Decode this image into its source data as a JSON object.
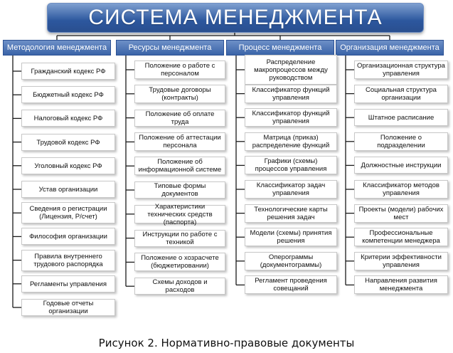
{
  "title": "СИСТЕМА МЕНЕДЖМЕНТА",
  "caption": "Рисунок 2. Нормативно-правовые документы",
  "colors": {
    "header_top": "#6d8fc7",
    "header_bottom": "#3a64a8",
    "connector": "#1a1a1a"
  },
  "columns": [
    {
      "label": "Методология менеджмента",
      "items": [
        "Гражданский кодекс РФ",
        "Бюджетный кодекс РФ",
        "Налоговый кодекс РФ",
        "Трудовой кодекс РФ",
        "Уголовный кодекс РФ",
        "Устав организации",
        "Сведения о регистрации (Лицензия, Р/счет)",
        "Философия организации",
        "Правила внутреннего трудового распорядка",
        "Регламенты управления",
        "Годовые отчеты организации"
      ]
    },
    {
      "label": "Ресурсы менеджмента",
      "items": [
        "Положение о работе с персоналом",
        "Трудовые договоры (контракты)",
        "Положение об оплате труда",
        "Положение об аттестации персонала",
        "Положение об информационной системе",
        "Типовые формы документов",
        "Характеристики технических средств (паспорта)",
        "Инструкции по работе с техникой",
        "Положение о хозрасчете (бюджетировании)",
        "Схемы доходов и расходов"
      ]
    },
    {
      "label": "Процесс менеджмента",
      "items": [
        "Распределение макропроцессов между руководством",
        "Классификатор функций управления",
        "Классификатор функций управления",
        "Матрица (приказ) распределение функций",
        "Графики (схемы) процессов управления",
        "Классификатор задач управления",
        "Технологические карты решения задач",
        "Модели (схемы) принятия решения",
        "Оперограммы (документограммы)",
        "Регламент проведения совещаний"
      ]
    },
    {
      "label": "Организация менеджмента",
      "items": [
        "Организационная структура управления",
        "Социальная структура организации",
        "Штатное расписание",
        "Положение о подразделении",
        "Должностные инструкции",
        "Классификатор методов управления",
        "Проекты (модели) рабочих мест",
        "Профессиональные компетенции менеджера",
        "Критерии эффективности управления",
        "Направления развития менеджмента"
      ]
    }
  ]
}
